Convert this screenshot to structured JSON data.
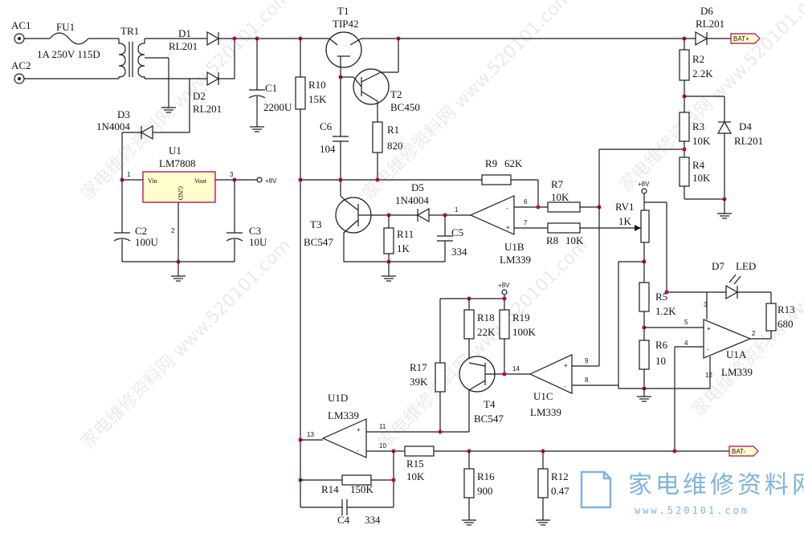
{
  "watermark": {
    "text": "家电维修资料网 www.520101.com",
    "logo_text": "家电维修资料网",
    "logo_url": "www.520101.com",
    "color": "#7fb4e0"
  },
  "terminals": {
    "ac1": "AC1",
    "ac2": "AC2",
    "bat_pos": "BAT+",
    "bat_neg": "BAT-",
    "vcc8": "+8V"
  },
  "components": {
    "fu1": {
      "ref": "FU1",
      "value": "1A 250V 115D"
    },
    "tr1": {
      "ref": "TR1"
    },
    "d1": {
      "ref": "D1",
      "value": "RL201"
    },
    "d2": {
      "ref": "D2",
      "value": "RL201"
    },
    "d3": {
      "ref": "D3",
      "value": "1N4004"
    },
    "c1": {
      "ref": "C1",
      "value": "2200U"
    },
    "u1": {
      "ref": "U1",
      "value": "LM7808",
      "vin": "Vin",
      "vout": "Vout",
      "gnd": "GND"
    },
    "c2": {
      "ref": "C2",
      "value": "100U"
    },
    "c3": {
      "ref": "C3",
      "value": "10U"
    },
    "r10": {
      "ref": "R10",
      "value": "15K"
    },
    "t1": {
      "ref": "T1",
      "value": "TIP42"
    },
    "t2": {
      "ref": "T2",
      "value": "BC450"
    },
    "c6": {
      "ref": "C6",
      "value": "104"
    },
    "r1": {
      "ref": "R1",
      "value": "820"
    },
    "t3": {
      "ref": "T3",
      "value": "BC547"
    },
    "d5": {
      "ref": "D5",
      "value": "1N4004"
    },
    "r11": {
      "ref": "R11",
      "value": "1K"
    },
    "c5": {
      "ref": "C5",
      "value": "334"
    },
    "r9": {
      "ref": "R9",
      "value": "62K"
    },
    "r7": {
      "ref": "R7",
      "value": "10K"
    },
    "r8": {
      "ref": "R8",
      "value": "10K"
    },
    "u1b": {
      "ref": "U1B",
      "value": "LM339"
    },
    "d6": {
      "ref": "D6",
      "value": "RL201"
    },
    "r2": {
      "ref": "R2",
      "value": "2.2K"
    },
    "r3": {
      "ref": "R3",
      "value": "10K"
    },
    "d4": {
      "ref": "D4",
      "value": "RL201"
    },
    "r4": {
      "ref": "R4",
      "value": "10K"
    },
    "rv1": {
      "ref": "RV1",
      "value": "1K"
    },
    "d7": {
      "ref": "D7",
      "value": "LED"
    },
    "r5": {
      "ref": "R5",
      "value": "1.2K"
    },
    "r6": {
      "ref": "R6",
      "value": "10"
    },
    "r13": {
      "ref": "R13",
      "value": "680"
    },
    "u1a": {
      "ref": "U1A",
      "value": "LM339"
    },
    "r18": {
      "ref": "R18",
      "value": "22K"
    },
    "r19": {
      "ref": "R19",
      "value": "100K"
    },
    "r17": {
      "ref": "R17",
      "value": "39K"
    },
    "t4": {
      "ref": "T4",
      "value": "BC547"
    },
    "u1c": {
      "ref": "U1C",
      "value": "LM339"
    },
    "u1d": {
      "ref": "U1D",
      "value": "LM339"
    },
    "r14": {
      "ref": "R14",
      "value": "150K"
    },
    "r15": {
      "ref": "R15",
      "value": "10K"
    },
    "r16": {
      "ref": "R16",
      "value": "900"
    },
    "r12": {
      "ref": "R12",
      "value": "0.47"
    },
    "c4": {
      "ref": "C4",
      "value": "334"
    }
  },
  "pins": {
    "u1_in": "1",
    "u1_out": "3",
    "u1_gnd": "2",
    "u1b_p6": "6",
    "u1b_p7": "7",
    "u1b_p1": "1",
    "u1a_p3": "3",
    "u1a_p5": "5",
    "u1a_p4": "4",
    "u1a_p2": "2",
    "u1a_p12": "12",
    "u1c_p9": "9",
    "u1c_p8": "8",
    "u1c_p14": "14",
    "u1d_p11": "11",
    "u1d_p10": "10",
    "u1d_p13": "13"
  }
}
